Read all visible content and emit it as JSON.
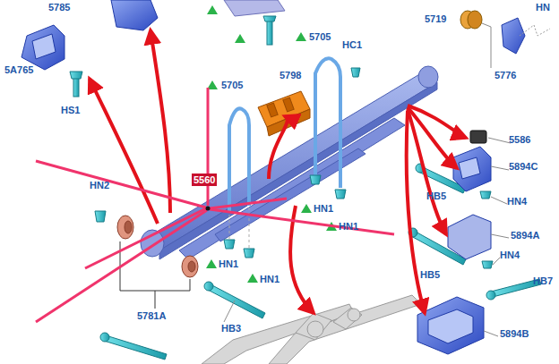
{
  "diagram": {
    "labels": [
      "5785",
      "5A765",
      "HS1",
      "5705",
      "HC1",
      "5798",
      "5705",
      "5719",
      "HN",
      "5776",
      "5586",
      "5894C",
      "HB5",
      "HN4",
      "5894A",
      "HN4",
      "HB5",
      "HB7",
      "5894B",
      "HN2",
      "5560",
      "HN1",
      "HN1",
      "HN1",
      "HN1",
      "5781A",
      "HB3"
    ]
  }
}
